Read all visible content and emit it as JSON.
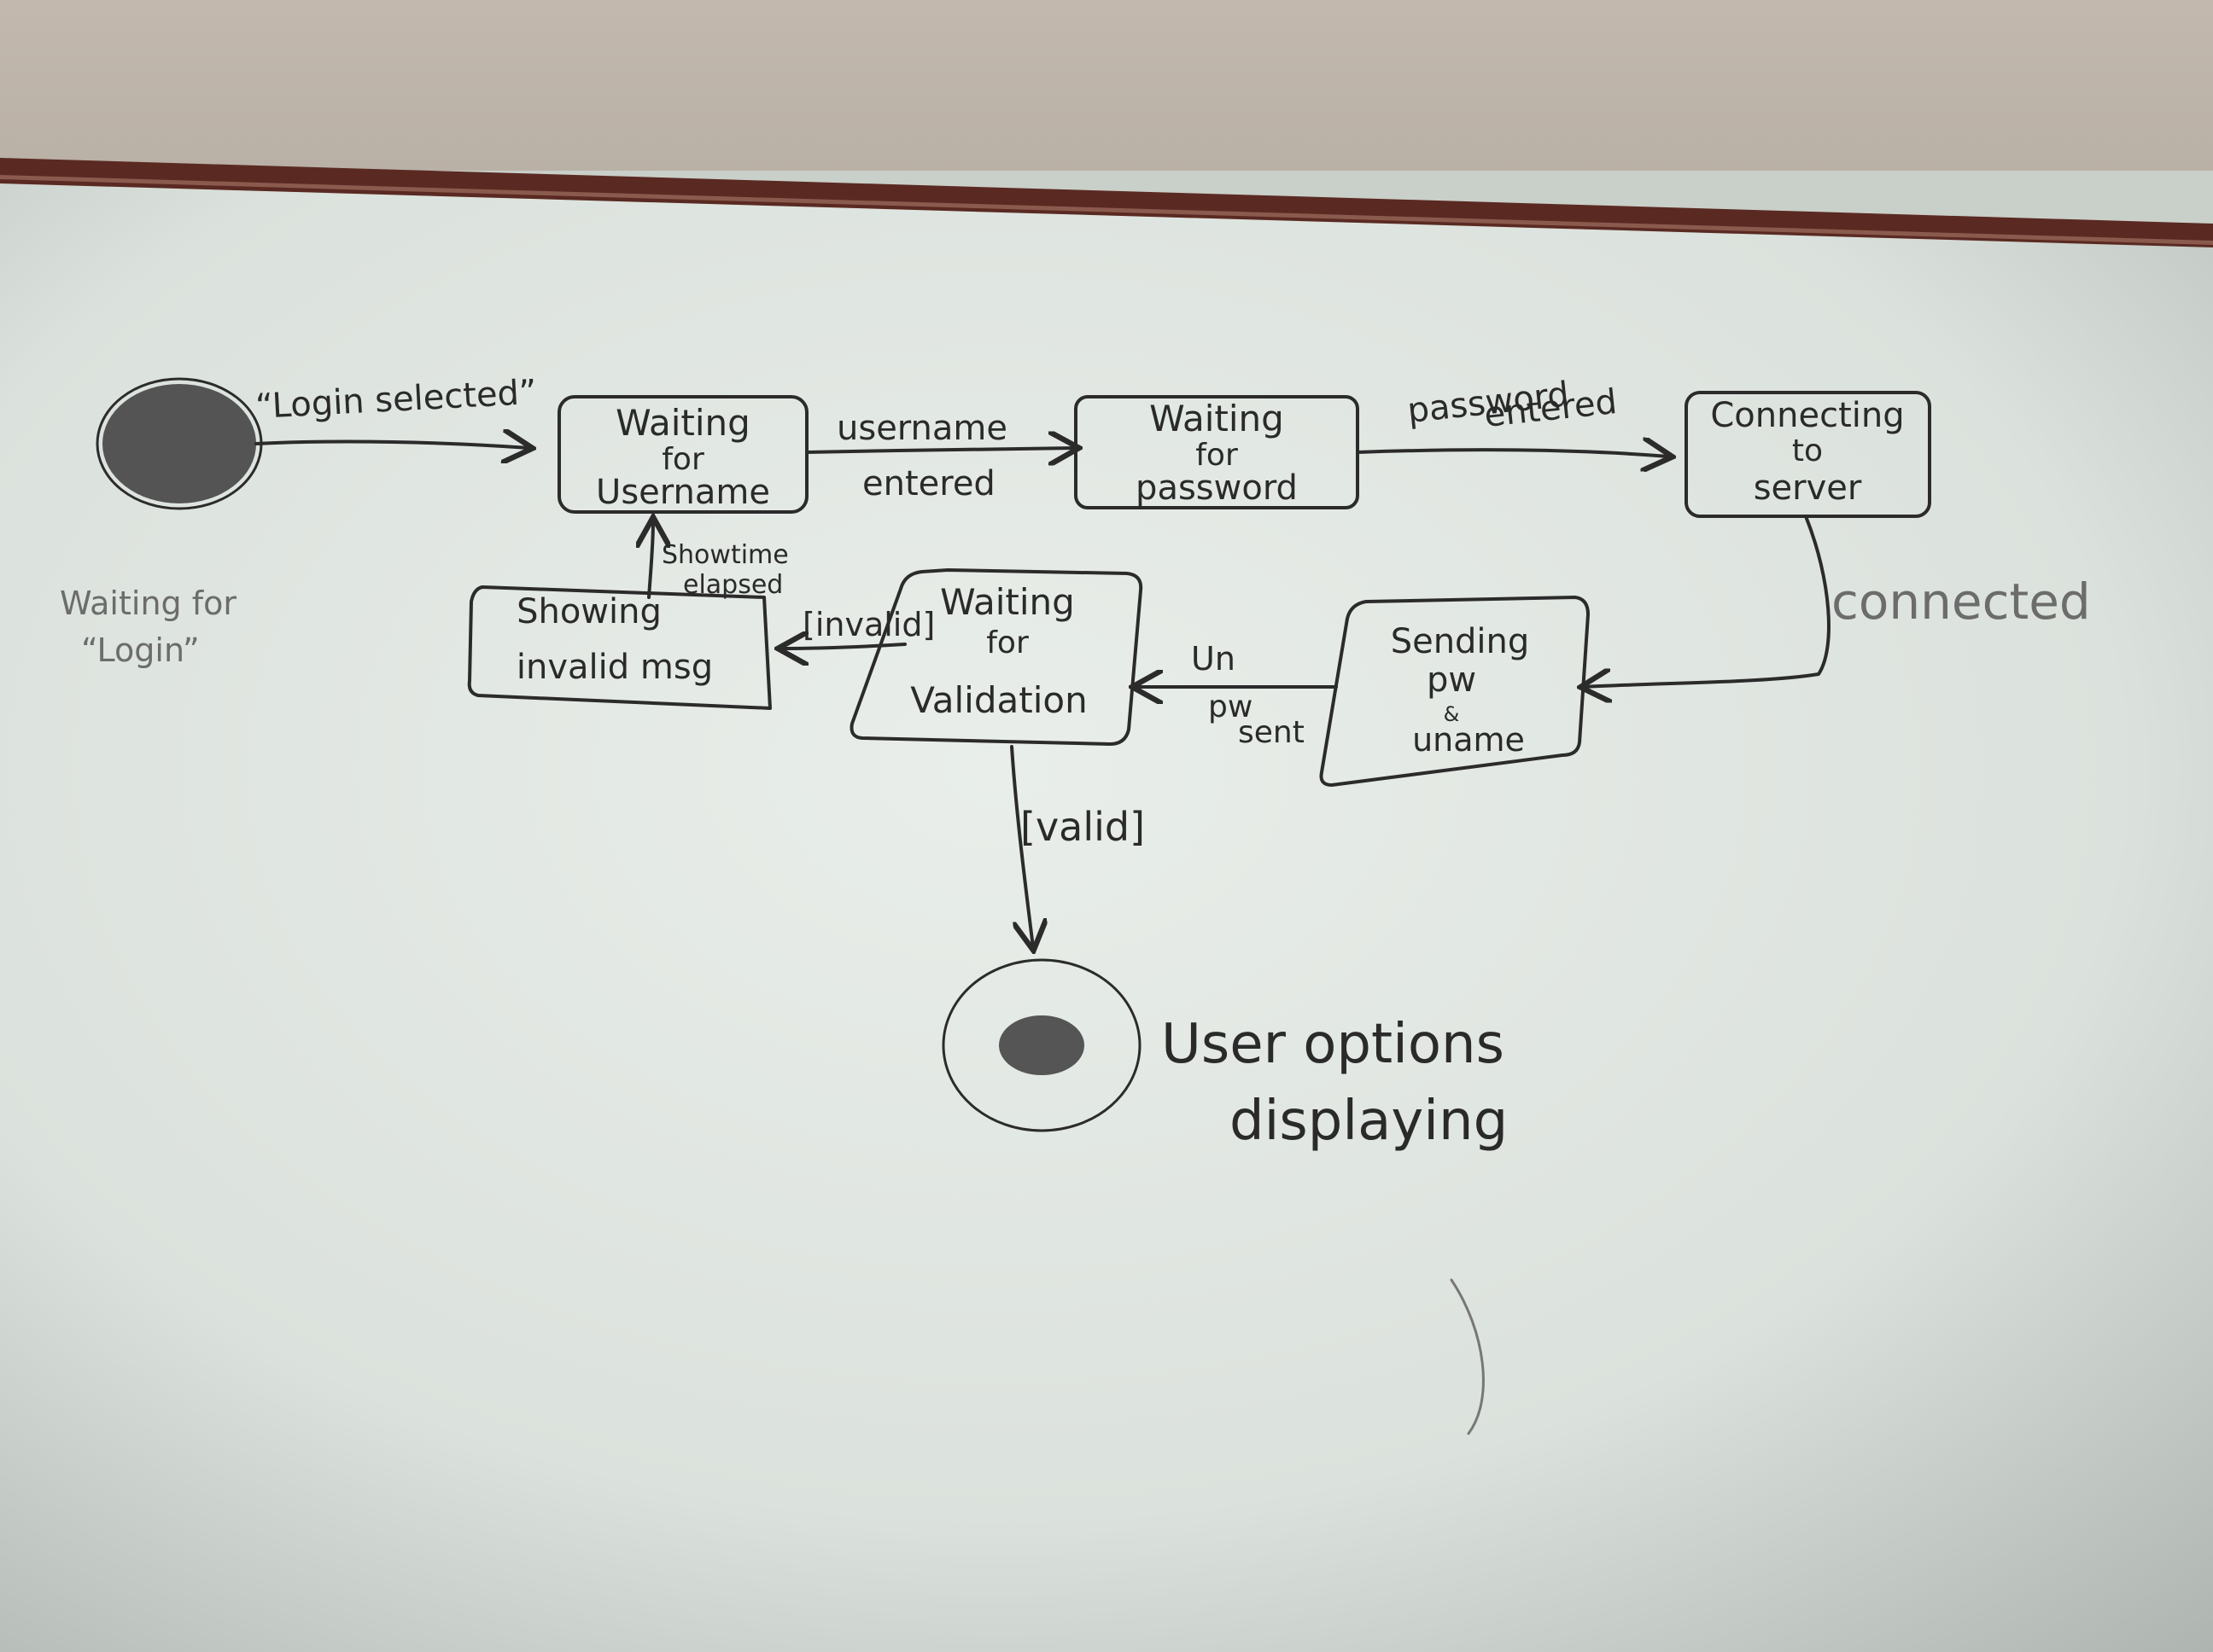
{
  "diagram": {
    "initial_state": {
      "label_line1": "Waiting for",
      "label_line2": "“Login”"
    },
    "states": [
      {
        "id": "waiting-username",
        "line1": "Waiting",
        "line2": "for",
        "line3": "Username"
      },
      {
        "id": "waiting-password",
        "line1": "Waiting",
        "line2": "for",
        "line3": "password"
      },
      {
        "id": "connecting-server",
        "line1": "Connecting",
        "line2": "to",
        "line3": "server"
      },
      {
        "id": "sending",
        "line1": "Sending",
        "line2": "pw",
        "line3": "&",
        "line4": "uname"
      },
      {
        "id": "waiting-validation",
        "line1": "Waiting",
        "line2": "for",
        "line3": "Validation"
      },
      {
        "id": "showing-invalid",
        "line1": "Showing",
        "line2": "invalid msg"
      }
    ],
    "transitions": {
      "login_selected": "“Login selected”",
      "username_entered_1": "username",
      "username_entered_2": "entered",
      "password_entered_1": "password",
      "password_entered_2": "entered",
      "connected": "connected",
      "un_pw_sent_1": "Un",
      "un_pw_sent_2": "pw",
      "un_pw_sent_3": "sent",
      "invalid": "[invalid]",
      "valid": "[valid]",
      "showtime_1": "Showtime",
      "showtime_2": "elapsed"
    },
    "final_state": {
      "line1": "User options",
      "line2": "displaying"
    }
  },
  "colors": {
    "whiteboard": "#dfe5e0",
    "wall": "#c6bdb3",
    "tray": "#5a2a22",
    "marker": "#2a2a2a"
  }
}
